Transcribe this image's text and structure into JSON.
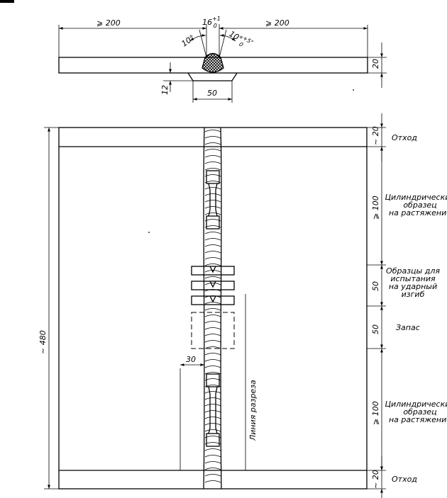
{
  "top_view": {
    "dim_left": "⩾ 200",
    "dim_right": "⩾ 200",
    "dim_gap_base": "16",
    "dim_gap_sup": "+1",
    "dim_gap_sub": "0",
    "angle_left": "10°",
    "angle_right_base": "10°",
    "angle_right_sup": "+5°",
    "angle_right_sub": "0",
    "dim_thickness": "20",
    "dim_backing_h": "12",
    "dim_backing_w": "50"
  },
  "plate": {
    "dim_total_length": "~ 480",
    "dim_cut_distance": "30",
    "cut_line_label": "Линия разреза"
  },
  "zones": [
    {
      "dim": "~ 20",
      "label_lines": [
        "Отход"
      ]
    },
    {
      "dim": "⩾ 100",
      "label_lines": [
        "Цилиндрический",
        "образец",
        "на растяжение"
      ]
    },
    {
      "dim": "50",
      "label_lines": [
        "Образцы для",
        "испытания",
        "на ударный",
        "изгиб"
      ]
    },
    {
      "dim": "50",
      "label_lines": [
        "Запас"
      ]
    },
    {
      "dim": "⩾ 100",
      "label_lines": [
        "Цилиндрический",
        "образец",
        "на растяжение"
      ]
    },
    {
      "dim": "~ 20",
      "label_lines": [
        "Отход"
      ]
    }
  ]
}
